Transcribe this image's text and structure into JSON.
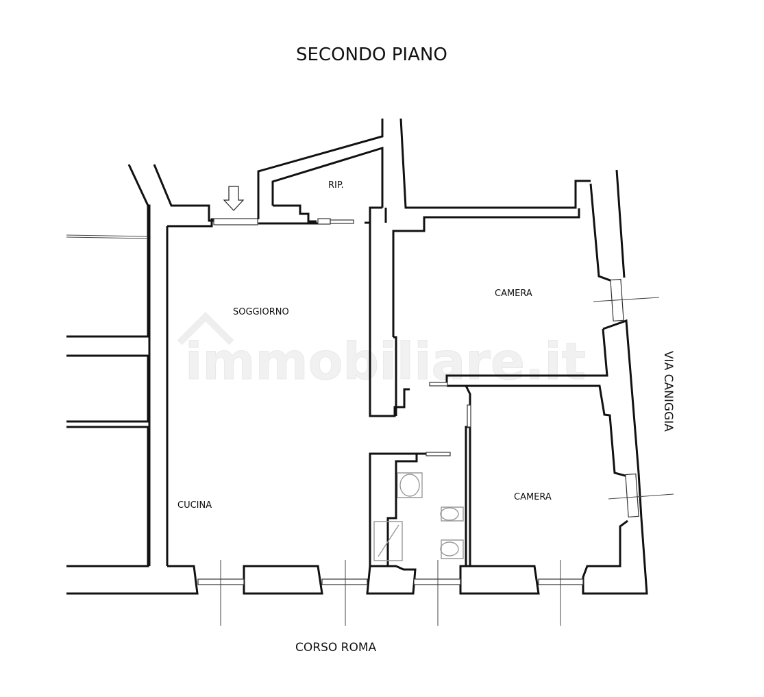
{
  "title": "SECONDO PIANO",
  "watermark": "immobiliare.it",
  "rooms": {
    "rip": "RIP.",
    "soggiorno": "SOGGIORNO",
    "camera_top": "CAMERA",
    "camera_bottom": "CAMERA",
    "cucina": "CUCINA"
  },
  "streets": {
    "south": "CORSO ROMA",
    "east": "VIA CANIGGIA"
  }
}
